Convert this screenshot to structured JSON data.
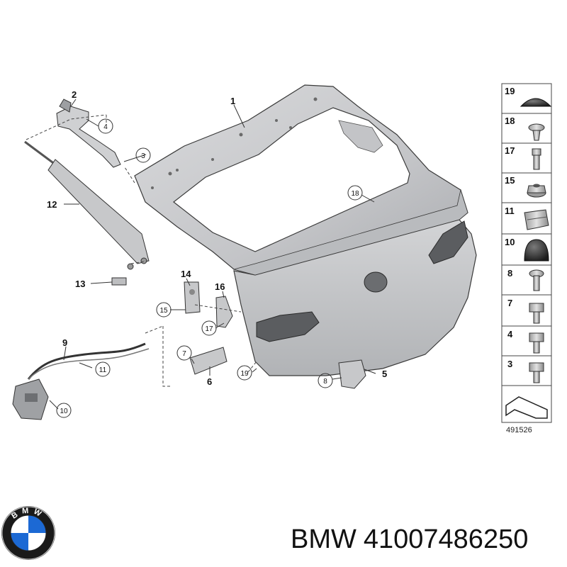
{
  "diagram": {
    "id": "491526",
    "main_callouts": [
      "1",
      "2",
      "3",
      "4",
      "5",
      "6",
      "7",
      "8",
      "9",
      "10",
      "11",
      "12",
      "13",
      "14",
      "15",
      "16",
      "17",
      "18",
      "19"
    ],
    "circled_callouts": [
      "4",
      "3",
      "18",
      "15",
      "17",
      "7",
      "11",
      "10",
      "19",
      "8"
    ],
    "side_parts": [
      "19",
      "18",
      "17",
      "15",
      "11",
      "10",
      "8",
      "7",
      "4",
      "3"
    ]
  },
  "brand": {
    "logo_letters": "BMW",
    "name": "BMW",
    "part_number": "41007486250"
  },
  "colors": {
    "part": "#c8c9cc",
    "part_dark": "#8a8c90",
    "outline": "#3a3a3a",
    "bmw_blue": "#1c69d4"
  }
}
